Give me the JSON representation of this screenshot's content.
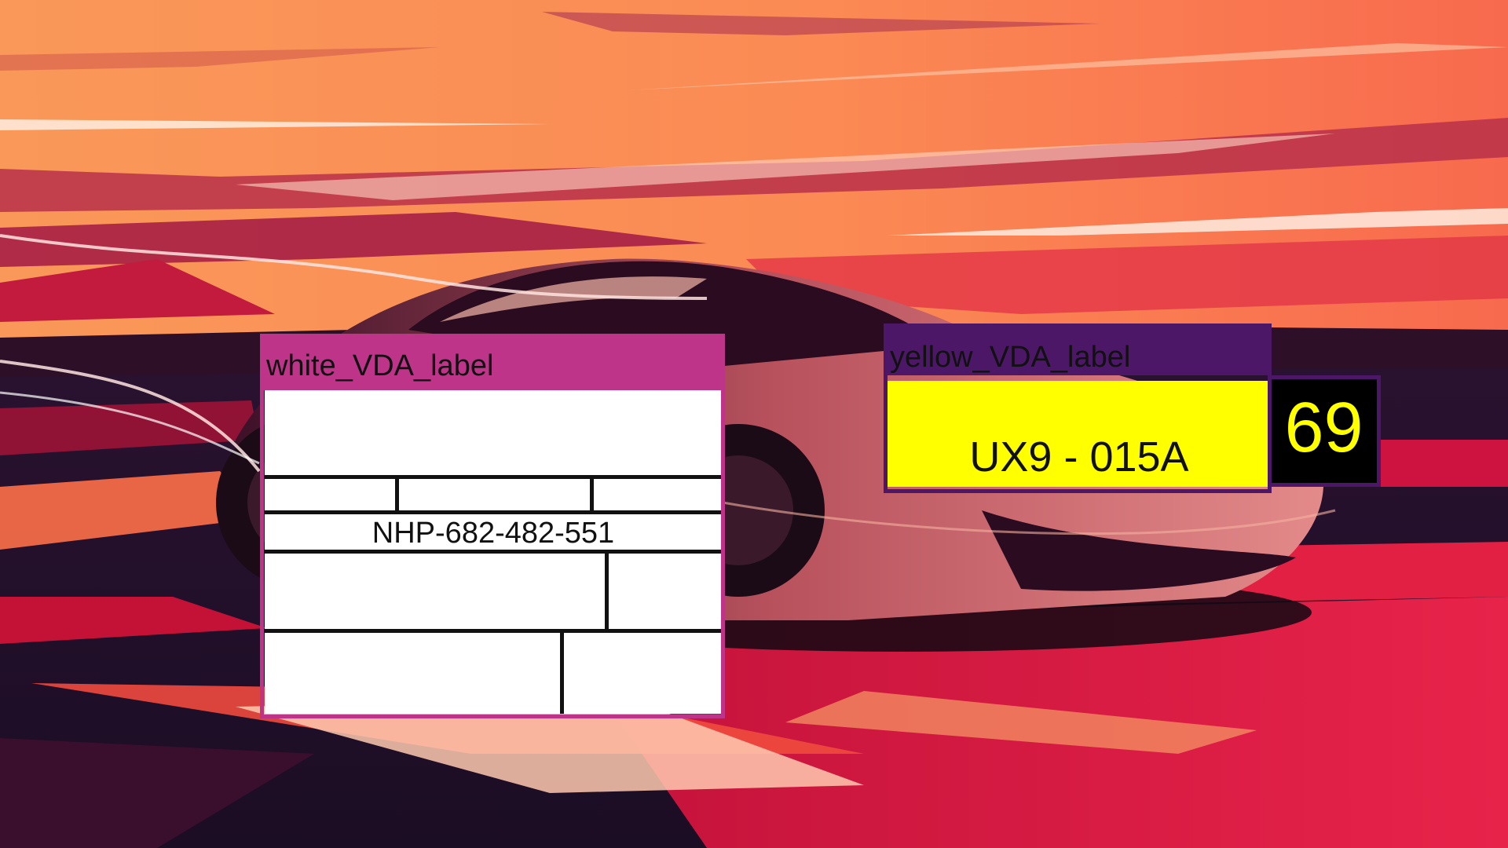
{
  "colors": {
    "white_label_box": "#bd3488",
    "yellow_label_box": "#4b1766",
    "plate_yellow": "#ffff00",
    "sky_orange": "#f98c55",
    "road_dark": "#1d1028",
    "accent_red": "#d4143a"
  },
  "white_label": {
    "tag": "white_VDA_label",
    "code": "NHP-682-482-551"
  },
  "yellow_label": {
    "tag": "yellow_VDA_label",
    "plate_text": "UX9 - 015A",
    "number": "69"
  }
}
